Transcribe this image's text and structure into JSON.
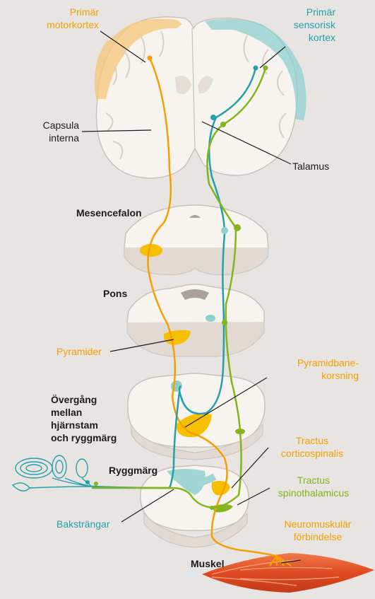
{
  "labels": {
    "primary_motor_cortex": "Primär\nmotorkortex",
    "primary_sensory_cortex": "Primär\nsensorisk\nkortex",
    "internal_capsule": "Capsula\ninterna",
    "thalamus": "Talamus",
    "midbrain": "Mesencefalon",
    "pons": "Pons",
    "pyramids": "Pyramider",
    "pyramidal_decussation": "Pyramidbane-\nkorsning",
    "transition": "Övergång\nmellan\nhjärnstam\noch ryggmärg",
    "spinal_cord": "Ryggmärg",
    "corticospinal_tract": "Tractus\ncorticospinalis",
    "spinothalamic_tract": "Tractus\nspinothalamicus",
    "dorsal_columns": "Baksträngar",
    "neuromuscular_junction": "Neuromuskulär\nförbindelse",
    "muscle": "Muskel"
  },
  "colors": {
    "motor": "#f2a100",
    "dorsal": "#25a0a9",
    "spinothalamic": "#84b51d",
    "tissue": "#f7f3ef",
    "muscle": "#e8502a"
  }
}
